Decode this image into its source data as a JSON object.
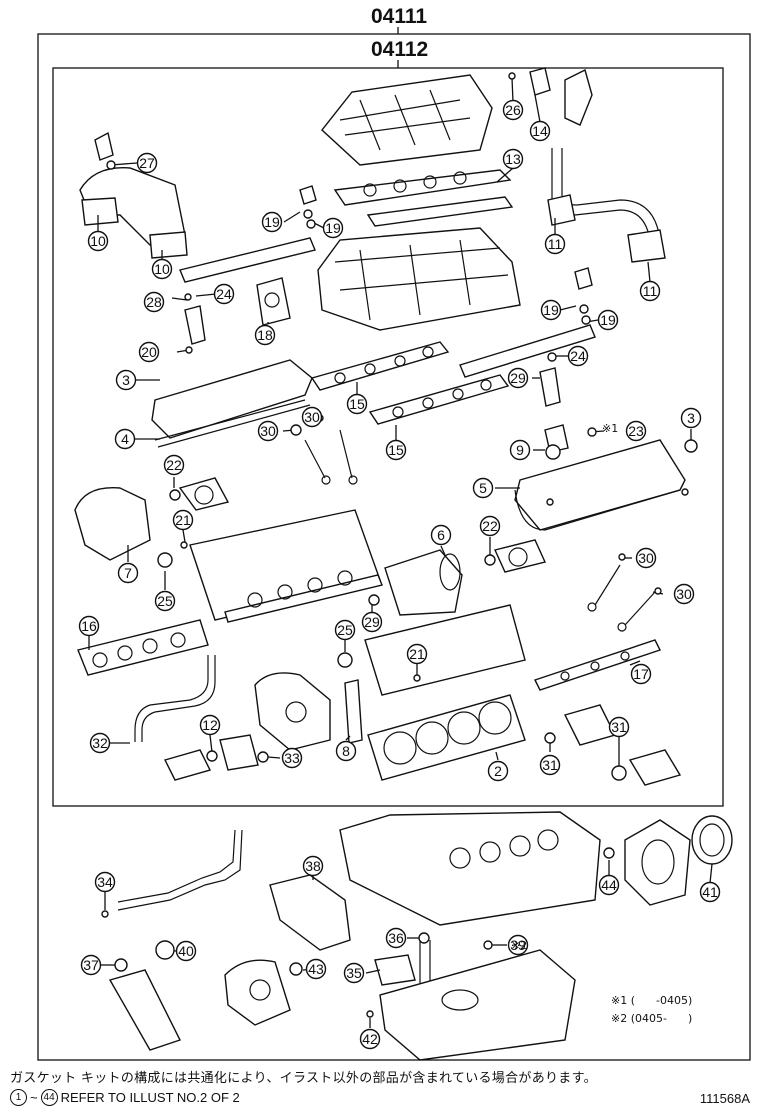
{
  "header": {
    "outer_kit": "04111",
    "inner_kit": "04112"
  },
  "callouts": [
    {
      "n": "27"
    },
    {
      "n": "26"
    },
    {
      "n": "14"
    },
    {
      "n": "13"
    },
    {
      "n": "10"
    },
    {
      "n": "10"
    },
    {
      "n": "19"
    },
    {
      "n": "19"
    },
    {
      "n": "11"
    },
    {
      "n": "11"
    },
    {
      "n": "28"
    },
    {
      "n": "24"
    },
    {
      "n": "18"
    },
    {
      "n": "20"
    },
    {
      "n": "19"
    },
    {
      "n": "19"
    },
    {
      "n": "24"
    },
    {
      "n": "3"
    },
    {
      "n": "29"
    },
    {
      "n": "15"
    },
    {
      "n": "30"
    },
    {
      "n": "30"
    },
    {
      "n": "15"
    },
    {
      "n": "4"
    },
    {
      "n": "23"
    },
    {
      "n": "9"
    },
    {
      "n": "3"
    },
    {
      "n": "22"
    },
    {
      "n": "5"
    },
    {
      "n": "21"
    },
    {
      "n": "6"
    },
    {
      "n": "22"
    },
    {
      "n": "7"
    },
    {
      "n": "30"
    },
    {
      "n": "25"
    },
    {
      "n": "29"
    },
    {
      "n": "30"
    },
    {
      "n": "16"
    },
    {
      "n": "25"
    },
    {
      "n": "21"
    },
    {
      "n": "17"
    },
    {
      "n": "12"
    },
    {
      "n": "31"
    },
    {
      "n": "32"
    },
    {
      "n": "33"
    },
    {
      "n": "8"
    },
    {
      "n": "2"
    },
    {
      "n": "31"
    },
    {
      "n": "38"
    },
    {
      "n": "44"
    },
    {
      "n": "41"
    },
    {
      "n": "34"
    },
    {
      "n": "36"
    },
    {
      "n": "39"
    },
    {
      "n": "37"
    },
    {
      "n": "40"
    },
    {
      "n": "43"
    },
    {
      "n": "35"
    },
    {
      "n": "42"
    }
  ],
  "marks": {
    "note1": "※1",
    "note2": "※2"
  },
  "notes": {
    "note1": "※1 (      -0405)",
    "note2": "※2 (0405-      )"
  },
  "footer": {
    "japanese_note": "ガスケット キットの構成には共通化により、イラスト以外の部品が含まれている場合があります。",
    "ref_start": "1",
    "ref_tilde": "~",
    "ref_end": "44",
    "ref_text": "REFER TO ILLUST NO.2 OF 2",
    "illustration_id": "111568A"
  }
}
